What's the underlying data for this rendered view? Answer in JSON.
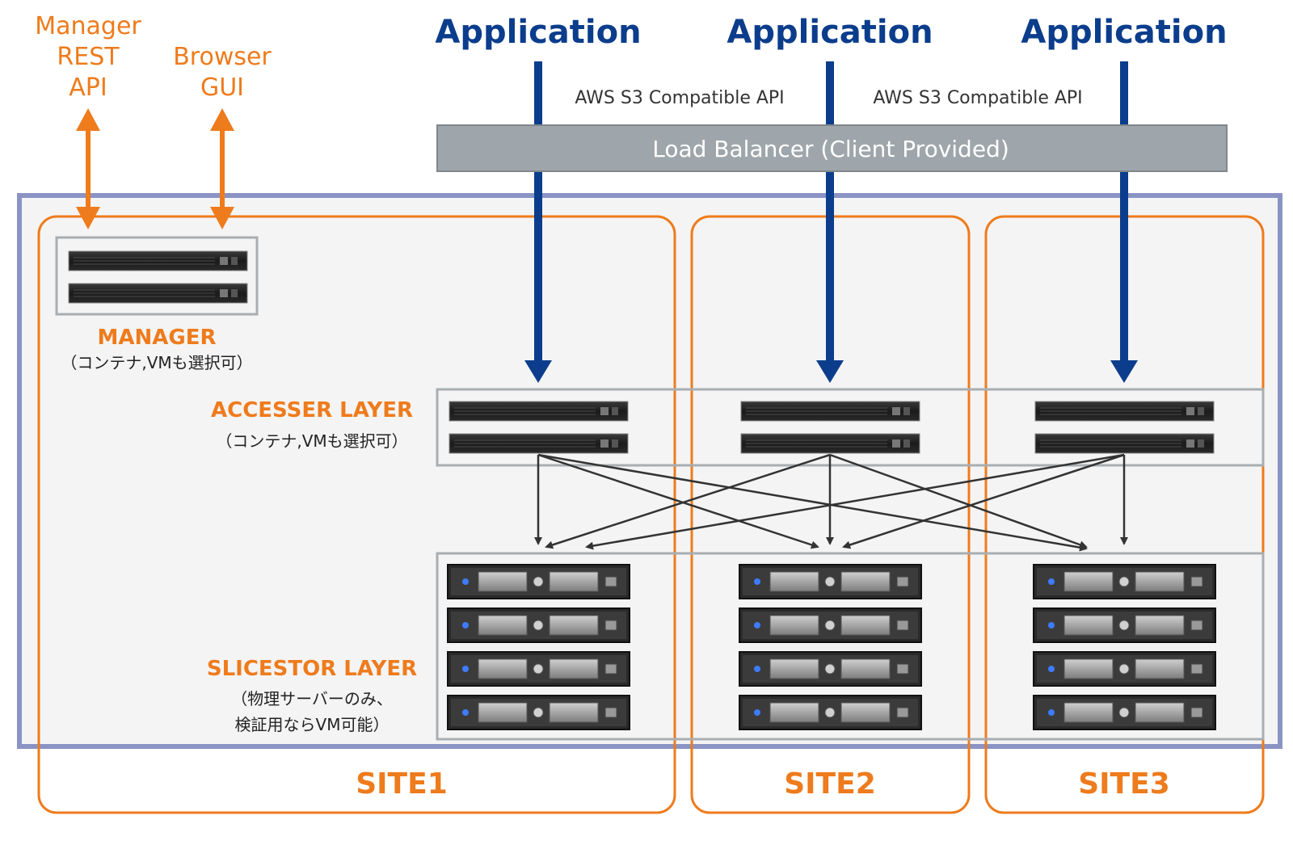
{
  "applications": [
    "Application",
    "Application",
    "Application"
  ],
  "api_labels": [
    "AWS S3 Compatible API",
    "AWS S3 Compatible API"
  ],
  "load_balancer": "Load Balancer (Client Provided)",
  "manager_rest": [
    "Manager",
    "REST",
    "API"
  ],
  "browser_gui": [
    "Browser",
    "GUI"
  ],
  "manager": {
    "title": "MANAGER",
    "sub": "（コンテナ,VMも選択可）"
  },
  "accesser": {
    "title": "ACCESSER LAYER",
    "sub": "（コンテナ,VMも選択可）"
  },
  "slicestor": {
    "title": "SLICESTOR LAYER",
    "sub1": "（物理サーバーのみ、",
    "sub2": "検証用ならVM可能）"
  },
  "sites": [
    "SITE1",
    "SITE2",
    "SITE3"
  ],
  "colors": {
    "orange": "#ee7b1c",
    "navy": "#0b3d8c",
    "cluster_border": "#8a94c4",
    "load_balancer": "#9ea6ab"
  }
}
